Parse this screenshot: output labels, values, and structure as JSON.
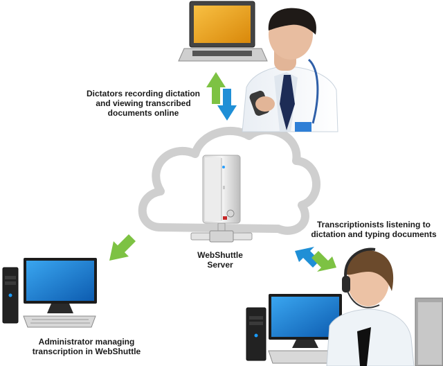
{
  "labels": {
    "dictators": [
      "Dictators recording dictation",
      "and viewing transcribed",
      "documents online"
    ],
    "server": [
      "WebShuttle",
      "Server"
    ],
    "transcriptionists": [
      "Transcriptionists listening to",
      "dictation and typing documents"
    ],
    "administrator": [
      "Administrator managing",
      "transcription in WebShuttle"
    ]
  },
  "colors": {
    "arrow_green": "#7dc243",
    "arrow_blue": "#1f8fd6",
    "cloud": "#cfcfcf",
    "screen_blue": "#1e7fd8",
    "laptop_screen": "#f2a418"
  },
  "icons": [
    "cloud-icon",
    "server-tower-icon",
    "laptop-icon",
    "doctor-photo",
    "desktop-computer-icon",
    "transcriptionist-photo",
    "arrow-icon"
  ]
}
